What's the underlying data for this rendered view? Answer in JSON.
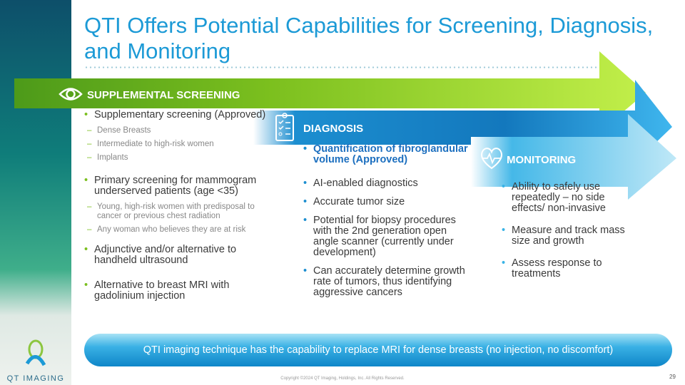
{
  "title": "QTI Offers Potential Capabilities for Screening, Diagnosis, and Monitoring",
  "sections": {
    "screening": {
      "label": "SUPPLEMENTAL SCREENING",
      "icon": "eye-icon",
      "color": "#7bbf1e",
      "bullets": [
        {
          "text": "Supplementary screening (Approved)",
          "subs": [
            "Dense Breasts",
            "Intermediate to high-risk women",
            "Implants"
          ]
        },
        {
          "text": "Primary screening for mammogram underserved patients (age <35)",
          "subs": [
            "Young, high-risk women with predisposal to cancer or previous chest radiation",
            "Any woman who believes they are at risk"
          ]
        },
        {
          "text": "Adjunctive and/or alternative to handheld ultrasound",
          "subs": []
        },
        {
          "text": "Alternative to breast MRI with gadolinium injection",
          "subs": []
        }
      ]
    },
    "diagnosis": {
      "label": "DIAGNOSIS",
      "icon": "clipboard-checklist-icon",
      "color": "#1c8ed0",
      "highlight": "Quantification of fibroglandular volume (Approved)",
      "bullets": [
        "AI-enabled diagnostics",
        "Accurate tumor size",
        "Potential for biopsy procedures with the 2nd generation open angle scanner (currently under development)",
        "Can accurately determine growth rate of tumors, thus identifying aggressive cancers"
      ]
    },
    "monitoring": {
      "label": "MONITORING",
      "icon": "heart-pulse-icon",
      "color": "#38b3e6",
      "bullets": [
        "Ability to safely use repeatedly – no side effects/ non-invasive",
        "Measure and track mass size and growth",
        "Assess response to treatments"
      ]
    }
  },
  "banner": "QTI imaging technique has the capability to replace MRI for dense breasts (no injection, no discomfort)",
  "logo_text": "QT IMAGING",
  "copyright": "Copyright ©2024 QT Imaging, Holdings, Inc. All Rights Reserved.",
  "page_number": "29"
}
